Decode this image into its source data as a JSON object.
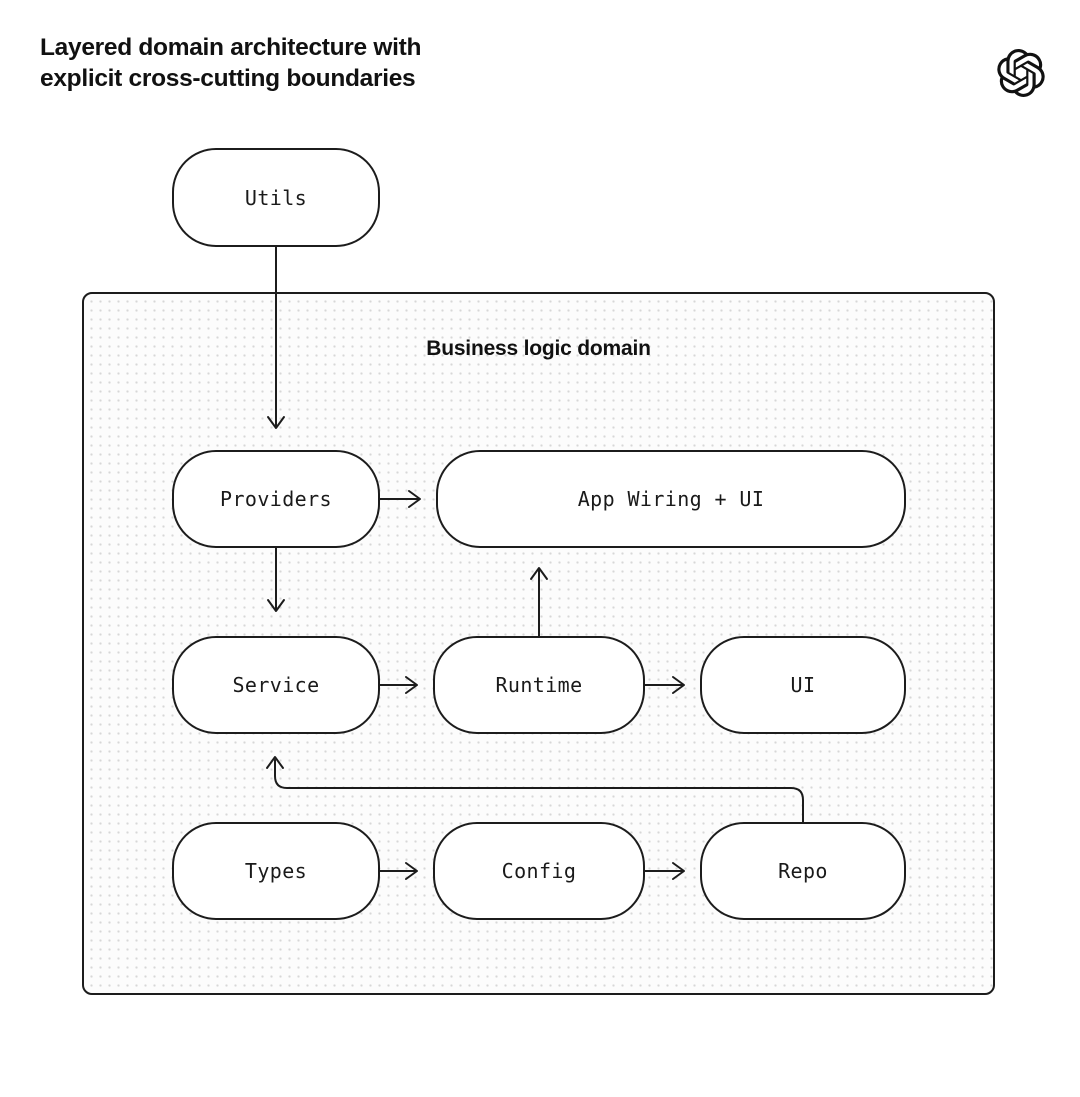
{
  "header": {
    "title_line1": "Layered domain architecture with",
    "title_line2": "explicit cross-cutting boundaries",
    "logo": "openai-logo"
  },
  "diagram": {
    "container": {
      "label": "Business logic domain"
    },
    "nodes": [
      {
        "id": "utils",
        "label": "Utils",
        "inside_container": false
      },
      {
        "id": "providers",
        "label": "Providers",
        "inside_container": true
      },
      {
        "id": "app-wiring",
        "label": "App Wiring + UI",
        "inside_container": true
      },
      {
        "id": "service",
        "label": "Service",
        "inside_container": true
      },
      {
        "id": "runtime",
        "label": "Runtime",
        "inside_container": true
      },
      {
        "id": "ui",
        "label": "UI",
        "inside_container": true
      },
      {
        "id": "types",
        "label": "Types",
        "inside_container": true
      },
      {
        "id": "config",
        "label": "Config",
        "inside_container": true
      },
      {
        "id": "repo",
        "label": "Repo",
        "inside_container": true
      }
    ],
    "edges": [
      {
        "from": "Utils",
        "to": "Providers"
      },
      {
        "from": "Providers",
        "to": "App Wiring + UI"
      },
      {
        "from": "Providers",
        "to": "Service"
      },
      {
        "from": "Service",
        "to": "Runtime"
      },
      {
        "from": "Runtime",
        "to": "App Wiring + UI"
      },
      {
        "from": "Runtime",
        "to": "UI"
      },
      {
        "from": "Types",
        "to": "Config"
      },
      {
        "from": "Config",
        "to": "Repo"
      },
      {
        "from": "Repo",
        "to": "Service"
      }
    ],
    "colors": {
      "stroke": "#1c1c1c",
      "node_fill": "#ffffff",
      "container_fill": "#fcfcfc",
      "dot_pattern": "#d7d7d7",
      "text": "#111111",
      "page_background": "#ffffff"
    }
  }
}
